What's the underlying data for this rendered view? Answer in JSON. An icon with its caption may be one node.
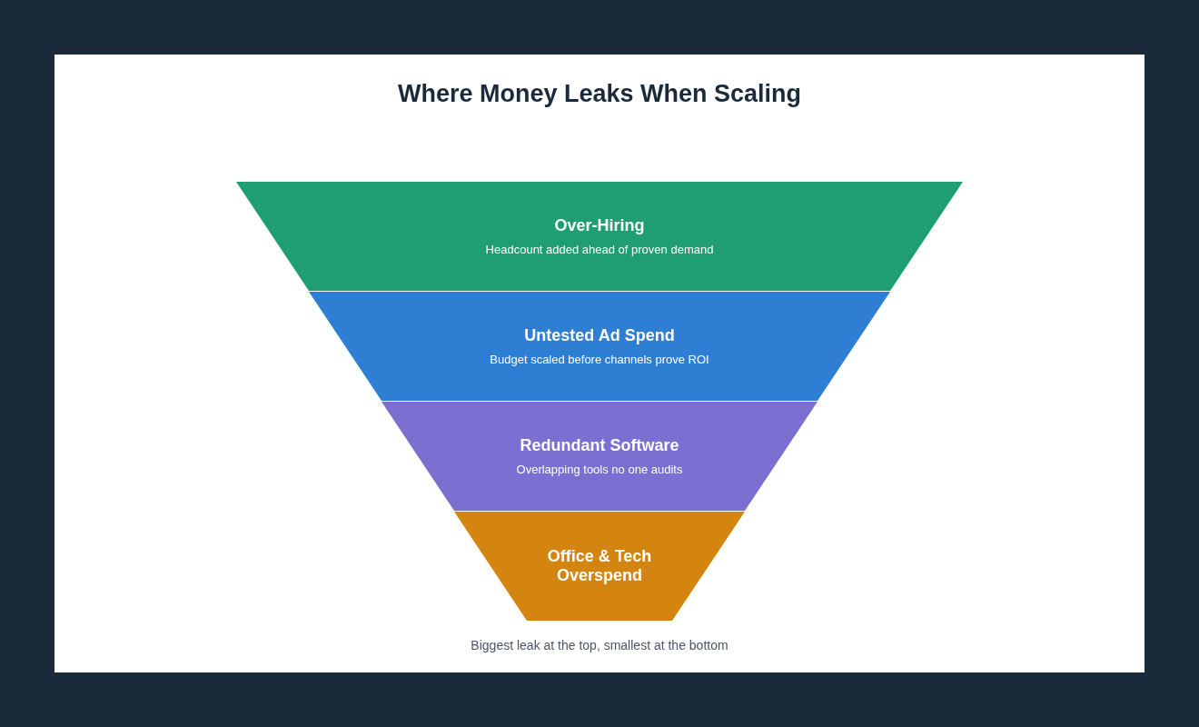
{
  "diagram": {
    "title": "Where Money Leaks When Scaling",
    "caption": "Biggest leak at the top, smallest at the bottom",
    "nodes": [
      {
        "text": [
          "Over-Hiring",
          "Headcount added ahead of proven demand"
        ]
      },
      {
        "text": [
          "Untested Ad Spend",
          "Budget scaled before channels prove ROI"
        ]
      },
      {
        "text": [
          "Redundant Software",
          "Overlapping tools no one audits"
        ]
      },
      {
        "text": [
          "Office & Tech Overspend"
        ]
      }
    ],
    "edges": []
  }
}
